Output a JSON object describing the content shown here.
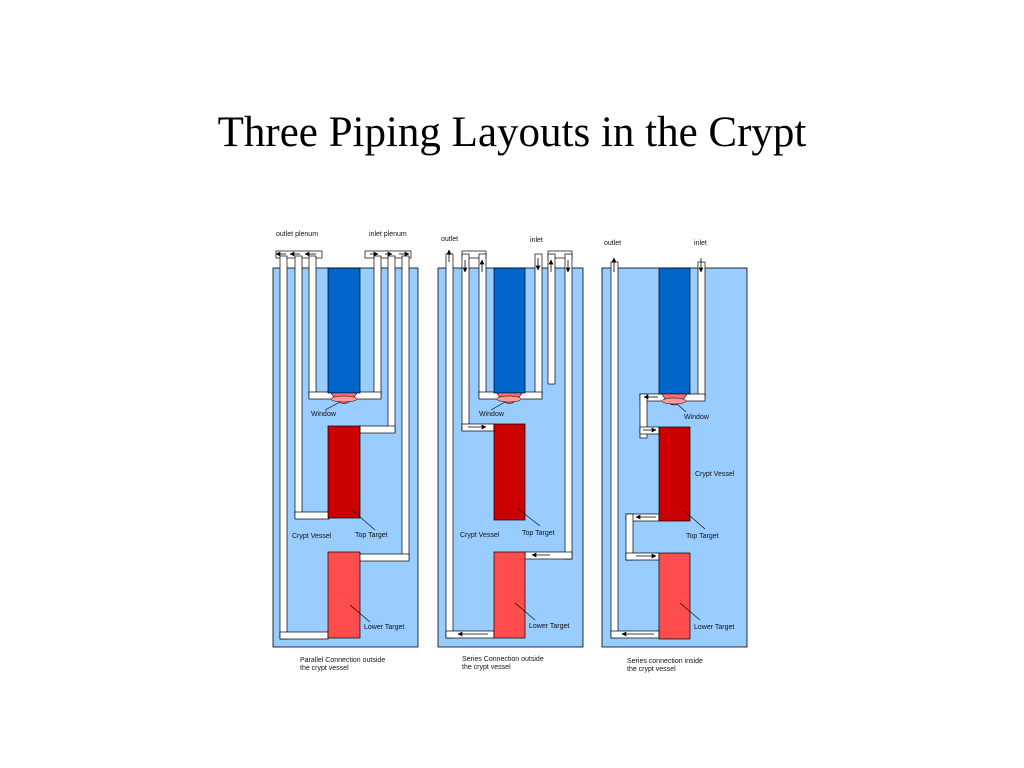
{
  "title": "Three Piping Layouts in the Crypt",
  "colors": {
    "vessel": "#99ccff",
    "pipe": "#ffffff",
    "moderator": "#0066cc",
    "top_target": "#cc0000",
    "lower_target": "#ff4d4d",
    "window": "#ff6b6b",
    "outline": "#000000"
  },
  "panels": [
    {
      "top_label_left": "outlet plenum",
      "top_label_right": "inlet plenum",
      "window_label": "Window",
      "vessel_label": "Crypt Vessel",
      "top_target_label": "Top Target",
      "lower_target_label": "Lower Target",
      "caption_line1": "Parallel Connection outside",
      "caption_line2": "the crypt vessel"
    },
    {
      "top_label_left": "outlet",
      "top_label_right": "inlet",
      "window_label": "Window",
      "vessel_label": "Crypt Vessel",
      "top_target_label": "Top Target",
      "lower_target_label": "Lower Target",
      "caption_line1": "Series Connection outside",
      "caption_line2": "the crypt vessel"
    },
    {
      "top_label_left": "outlet",
      "top_label_right": "inlet",
      "window_label": "Window",
      "vessel_label": "Crypt Vessel",
      "top_target_label": "Top Target",
      "lower_target_label": "Lower Target",
      "caption_line1": "Series connection inside",
      "caption_line2": "the crypt vessel"
    }
  ]
}
